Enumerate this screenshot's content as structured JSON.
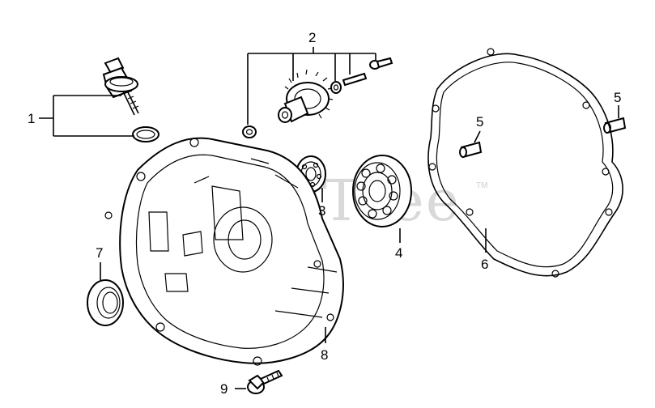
{
  "diagram": {
    "watermark": "PartsTree",
    "trademark": "TM",
    "callouts": [
      {
        "id": "1",
        "label": "1"
      },
      {
        "id": "2",
        "label": "2"
      },
      {
        "id": "3",
        "label": "3"
      },
      {
        "id": "4",
        "label": "4"
      },
      {
        "id": "5a",
        "label": "5"
      },
      {
        "id": "5b",
        "label": "5"
      },
      {
        "id": "6",
        "label": "6"
      },
      {
        "id": "7",
        "label": "7"
      },
      {
        "id": "8",
        "label": "8"
      },
      {
        "id": "9",
        "label": "9"
      }
    ]
  }
}
